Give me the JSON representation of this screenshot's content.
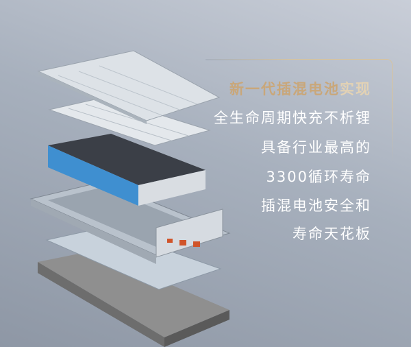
{
  "headline": {
    "part1": "新一代插混电池",
    "part2": "实现"
  },
  "lines": [
    "全生命周期快充不析锂",
    "具备行业最高的",
    "3300循环寿命",
    "插混电池安全和",
    "寿命天花板"
  ],
  "colors": {
    "accent_gold": "#c9a77a",
    "cell_blue": "#3f8fd0",
    "text": "#ffffff"
  },
  "image": {
    "subject": "exploded-battery-pack"
  }
}
